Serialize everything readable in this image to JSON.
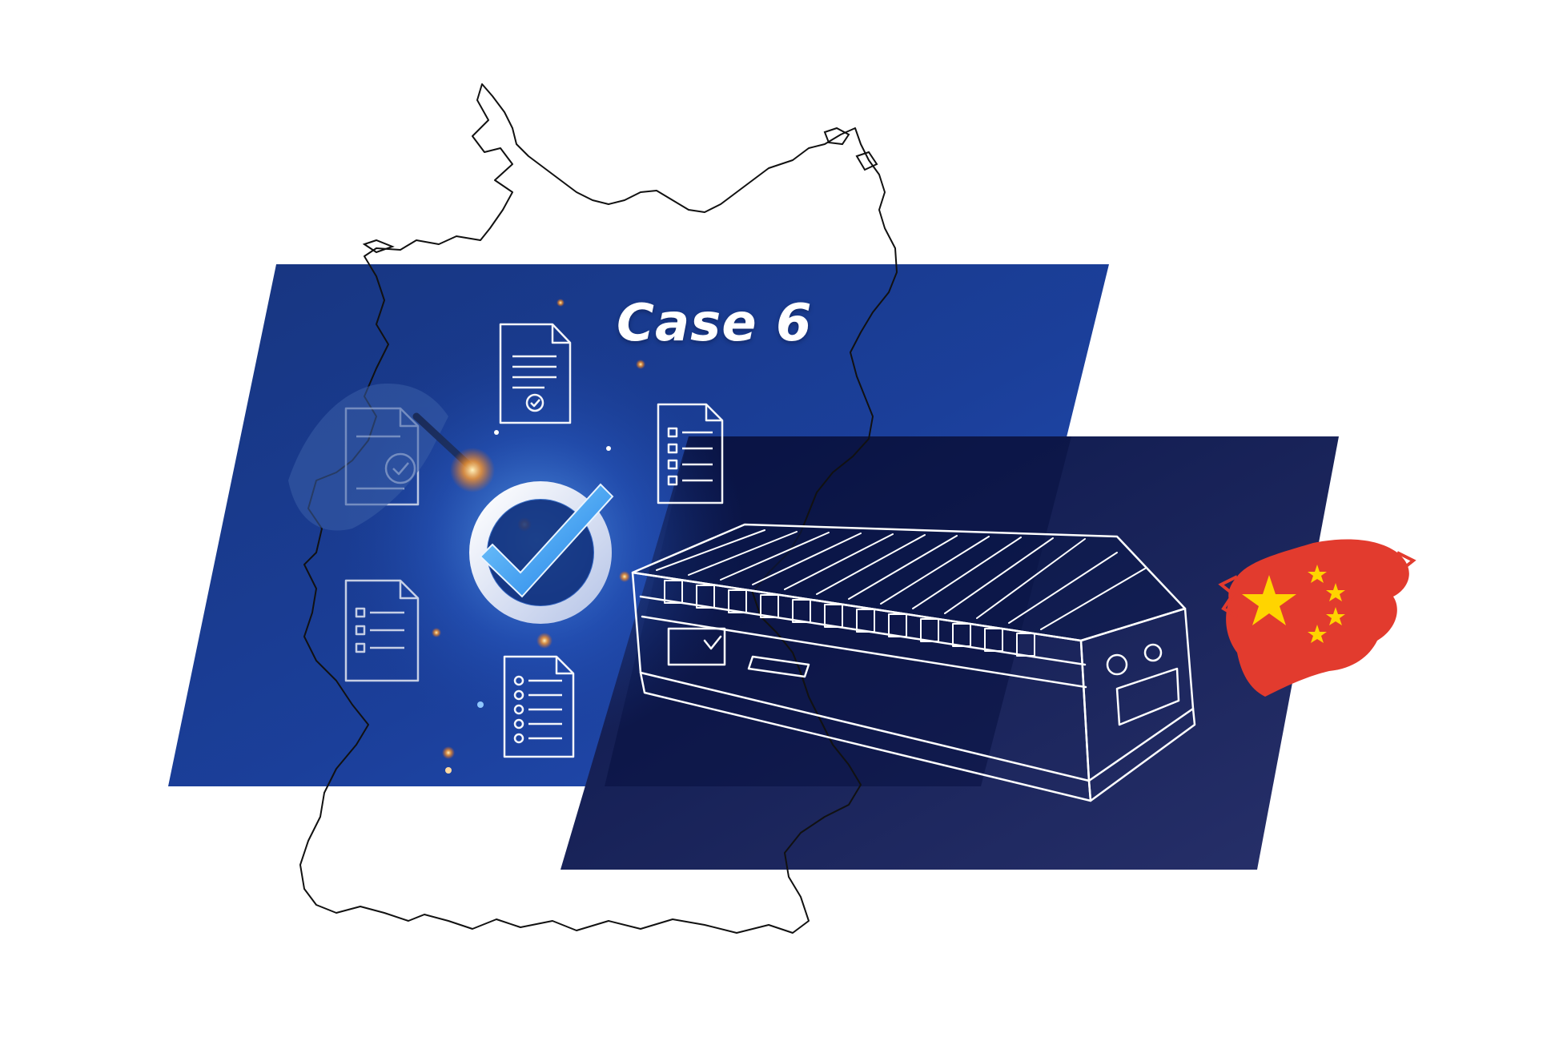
{
  "title": "Case 6",
  "icons": {
    "map": "germany-outline",
    "check": "checkmark-circle-icon",
    "documents": "document-icon",
    "machine": "machine-sketch",
    "flag": "china-flag"
  },
  "colors": {
    "panel_front": "#1b3f9a",
    "panel_back": "#1f2a62",
    "flag_red": "#e23b2e",
    "flag_star": "#ffd400",
    "check_blue": "#3aa7ff"
  }
}
